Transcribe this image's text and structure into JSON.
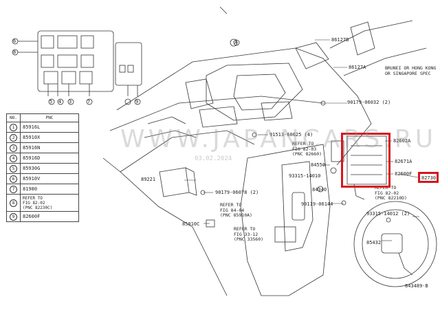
{
  "watermark": {
    "text": "WWW.JAPANCARS.RU",
    "date": "03.02.2024"
  },
  "highlight_color": "#d9141b",
  "pnc_table": {
    "headers": [
      "NO.",
      "PNC"
    ],
    "rows": [
      {
        "no": "1",
        "pnc": "85916L"
      },
      {
        "no": "2",
        "pnc": "85910X"
      },
      {
        "no": "3",
        "pnc": "85916N"
      },
      {
        "no": "4",
        "pnc": "85916D"
      },
      {
        "no": "5",
        "pnc": "85930G"
      },
      {
        "no": "6",
        "pnc": "85910V"
      },
      {
        "no": "7",
        "pnc": "81980"
      },
      {
        "no": "8",
        "pnc": "REFER TO\nFIG 82-02\n(PNC 82230C)"
      },
      {
        "no": "9",
        "pnc": "82600F"
      }
    ]
  },
  "callout_numbers": [
    "6",
    "8",
    "5",
    "4",
    "3",
    "7",
    "9"
  ],
  "labels": {
    "l86127b": "86127B",
    "l86127a": "86127A",
    "brunei": "BRUNEI OR HONG KONG\nOR SINGAPORE SPEC",
    "l90179_06032": "90179-06032 (2)",
    "l91513": "91513-60625 (4)",
    "refer_8203": "REFER TO\nFIG 82-03\n(PNC 82660)",
    "l82602a": "82602A",
    "l82671a": "82671A",
    "l84550": "84550",
    "l93315_14010": "93315-14010",
    "l82600f": "82600F",
    "l82730": "82730",
    "l89221": "89221",
    "l90179_06078": "90179-06078 (2)",
    "l84340": "84340",
    "refer_8202": "REFER TO\nFIG 82-02\n(PNC 82210D)",
    "refer_8404": "REFER TO\nFIG 84-04\n(PNC 85910A)",
    "l90119": "90119-06144",
    "l85910c": "85910C",
    "l93315_14012": "93315-14012 (2)",
    "refer_3312": "REFER TO\nFIG 33-12\n(PNC 33560)",
    "l85432": "85432",
    "diagram_id": "843489-B",
    "view_a": "A"
  }
}
